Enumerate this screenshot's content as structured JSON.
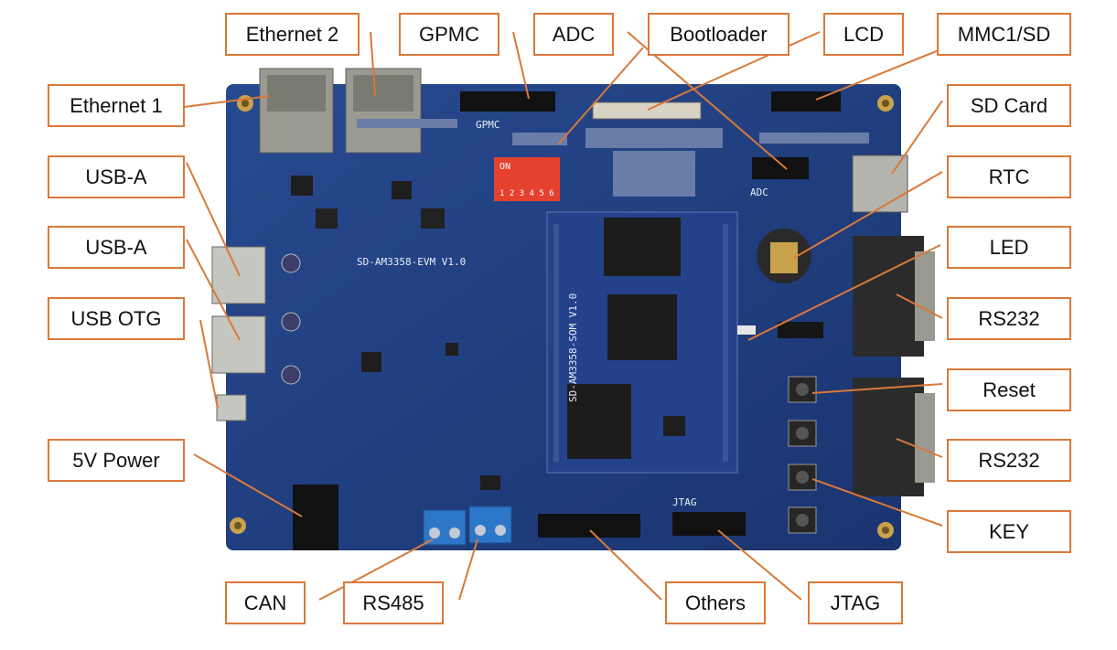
{
  "board": {
    "silkscreen_main": "SD-AM3358-EVM V1.0",
    "silkscreen_som": "SD-AM3358-SOM V1.0",
    "gpmc_silk": "GPMC",
    "adc_silk": "ADC",
    "jtag_silk": "JTAG",
    "dip_on": "ON",
    "dip_numbers": "1 2 3 4 5 6"
  },
  "labels": {
    "ethernet2": "Ethernet 2",
    "gpmc": "GPMC",
    "adc": "ADC",
    "bootloader": "Bootloader",
    "lcd": "LCD",
    "mmc1sd": "MMC1/SD",
    "ethernet1": "Ethernet 1",
    "sdcard": "SD Card",
    "usba1": "USB-A",
    "rtc": "RTC",
    "usba2": "USB-A",
    "led": "LED",
    "usbotg": "USB OTG",
    "rs232_1": "RS232",
    "reset": "Reset",
    "power": "5V Power",
    "rs232_2": "RS232",
    "key": "KEY",
    "can": "CAN",
    "rs485": "RS485",
    "others": "Others",
    "jtag": "JTAG"
  },
  "colors": {
    "board": "#1d3a7a",
    "callout": "#d9793a"
  }
}
